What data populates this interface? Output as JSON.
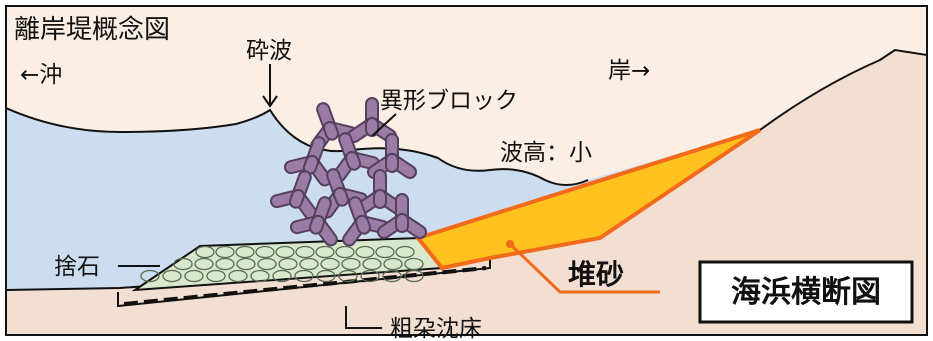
{
  "title": "離岸堤概念図",
  "labels": {
    "offshore": "←沖",
    "shore": "岸→",
    "breaking_wave": "砕波",
    "blocks": "異形ブロック",
    "wave_height": "波高：小",
    "riprap": "捨石",
    "fascine_mattress": "粗朶沈床",
    "deposited_sand": "堆砂",
    "beach_section": "海浜横断図"
  },
  "colors": {
    "sky": "#FBEEE5",
    "sea": "#CBDDEF",
    "ground": "#F2DFD1",
    "blocks": "#9B7CA6",
    "block_outline": "#55405E",
    "riprap": "#D9E8CD",
    "sand_fill": "#FFC21F",
    "sand_outline": "#F26A1B",
    "sand_text": "#F26A1B",
    "line": "#111111"
  }
}
